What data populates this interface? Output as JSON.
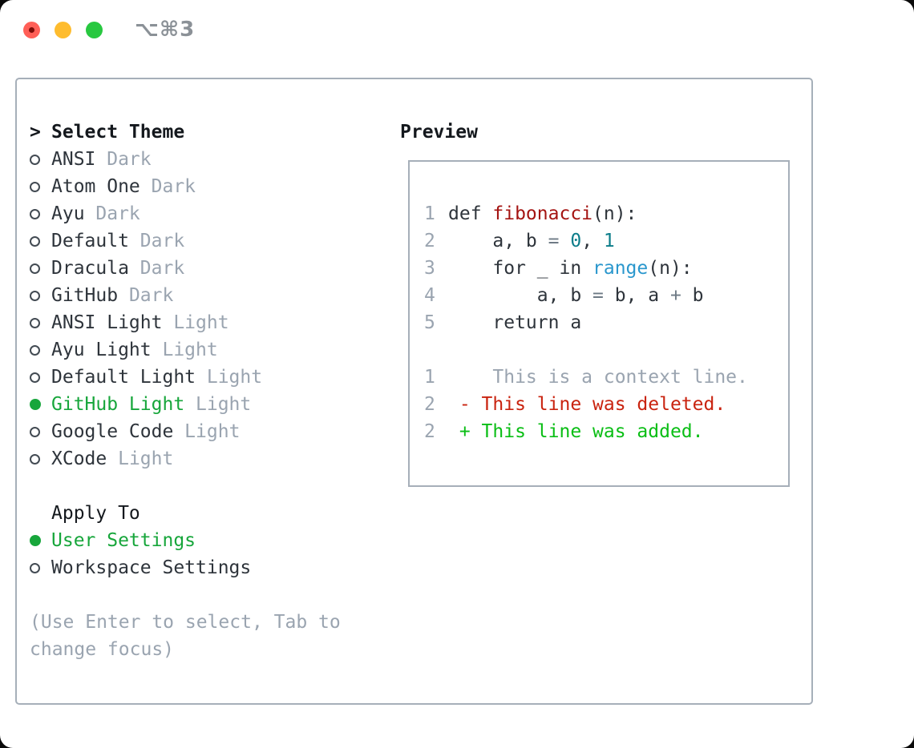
{
  "window": {
    "title": "⌥⌘3",
    "traffic_lights": [
      {
        "name": "close",
        "color": "#ff5f57",
        "has_edited_dot": true
      },
      {
        "name": "minimize",
        "color": "#febc2e"
      },
      {
        "name": "zoom",
        "color": "#28c840"
      }
    ]
  },
  "theme_picker": {
    "header_prefix": ">",
    "header": "Select Theme",
    "themes": [
      {
        "name": "ANSI",
        "tag": "Dark",
        "selected": false
      },
      {
        "name": "Atom One",
        "tag": "Dark",
        "selected": false
      },
      {
        "name": "Ayu",
        "tag": "Dark",
        "selected": false
      },
      {
        "name": "Default",
        "tag": "Dark",
        "selected": false
      },
      {
        "name": "Dracula",
        "tag": "Dark",
        "selected": false
      },
      {
        "name": "GitHub",
        "tag": "Dark",
        "selected": false
      },
      {
        "name": "ANSI Light",
        "tag": "Light",
        "selected": false
      },
      {
        "name": "Ayu Light",
        "tag": "Light",
        "selected": false
      },
      {
        "name": "Default Light",
        "tag": "Light",
        "selected": false
      },
      {
        "name": "GitHub Light",
        "tag": "Light",
        "selected": true
      },
      {
        "name": "Google Code",
        "tag": "Light",
        "selected": false
      },
      {
        "name": "XCode",
        "tag": "Light",
        "selected": false
      }
    ],
    "apply_to": {
      "header": "Apply To",
      "options": [
        {
          "name": "User Settings",
          "selected": true
        },
        {
          "name": "Workspace Settings",
          "selected": false
        }
      ]
    },
    "hint_lines": [
      "(Use Enter to select, Tab to",
      "change focus)"
    ]
  },
  "preview": {
    "header": "Preview",
    "lines": [
      {
        "num": "1",
        "segments": [
          {
            "text": "def ",
            "color": "plain"
          },
          {
            "text": "fibonacci",
            "color": "func"
          },
          {
            "text": "(n):",
            "color": "plain"
          }
        ]
      },
      {
        "num": "2",
        "segments": [
          {
            "text": "    a, b ",
            "color": "plain"
          },
          {
            "text": "= ",
            "color": "op"
          },
          {
            "text": "0",
            "color": "number"
          },
          {
            "text": ", ",
            "color": "plain"
          },
          {
            "text": "1",
            "color": "number"
          }
        ]
      },
      {
        "num": "3",
        "segments": [
          {
            "text": "    for _ in ",
            "color": "plain"
          },
          {
            "text": "range",
            "color": "builtin"
          },
          {
            "text": "(n):",
            "color": "plain"
          }
        ]
      },
      {
        "num": "4",
        "segments": [
          {
            "text": "        a, b ",
            "color": "plain"
          },
          {
            "text": "= ",
            "color": "op"
          },
          {
            "text": "b, a ",
            "color": "plain"
          },
          {
            "text": "+ ",
            "color": "op"
          },
          {
            "text": "b",
            "color": "plain"
          }
        ]
      },
      {
        "num": "5",
        "segments": [
          {
            "text": "    return a",
            "color": "plain"
          }
        ]
      },
      {
        "num": "",
        "segments": []
      },
      {
        "num": "1",
        "segments": [
          {
            "text": "    This is a context line.",
            "color": "context"
          }
        ]
      },
      {
        "num": "2",
        "segments": [
          {
            "text": " - This line was deleted.",
            "color": "del"
          }
        ]
      },
      {
        "num": "2",
        "segments": [
          {
            "text": " + This line was added.",
            "color": "add"
          }
        ]
      }
    ]
  },
  "colors": {
    "accent_green": "#17a63b",
    "added_green": "#0abe15",
    "deleted_red": "#c9230f",
    "function_red": "#a41412",
    "number_teal": "#0c7d8a",
    "builtin_blue": "#2a97cd",
    "text_dark": "#2e343b",
    "muted_gray": "#9aa4b0",
    "border_gray": "#a6afb9"
  }
}
